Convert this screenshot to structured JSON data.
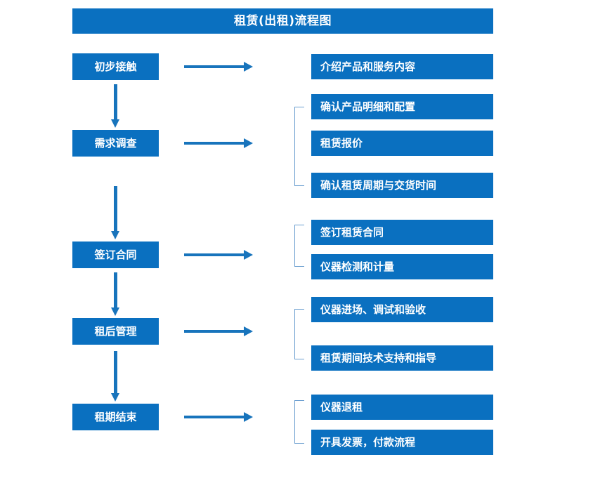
{
  "diagram": {
    "title": "租赁(出租)流程图",
    "accent_color": "#0A70C0",
    "arrow_color": "#1874BC",
    "bracket_color": "#6C9FD0",
    "text_color": "#FFFFFF",
    "background_color": "#FFFFFF"
  },
  "stages": [
    {
      "label": "初步接触"
    },
    {
      "label": "需求调查"
    },
    {
      "label": "签订合同"
    },
    {
      "label": "租后管理"
    },
    {
      "label": "租期结束"
    }
  ],
  "details": [
    {
      "label": "介绍产品和服务内容"
    },
    {
      "label": "确认产品明细和配置"
    },
    {
      "label": "租赁报价"
    },
    {
      "label": "确认租赁周期与交货时间"
    },
    {
      "label": "签订租赁合同"
    },
    {
      "label": "仪器检测和计量"
    },
    {
      "label": "仪器进场、调试和验收"
    },
    {
      "label": "租赁期间技术支持和指导"
    },
    {
      "label": "仪器退租"
    },
    {
      "label": "开具发票，付款流程"
    }
  ]
}
